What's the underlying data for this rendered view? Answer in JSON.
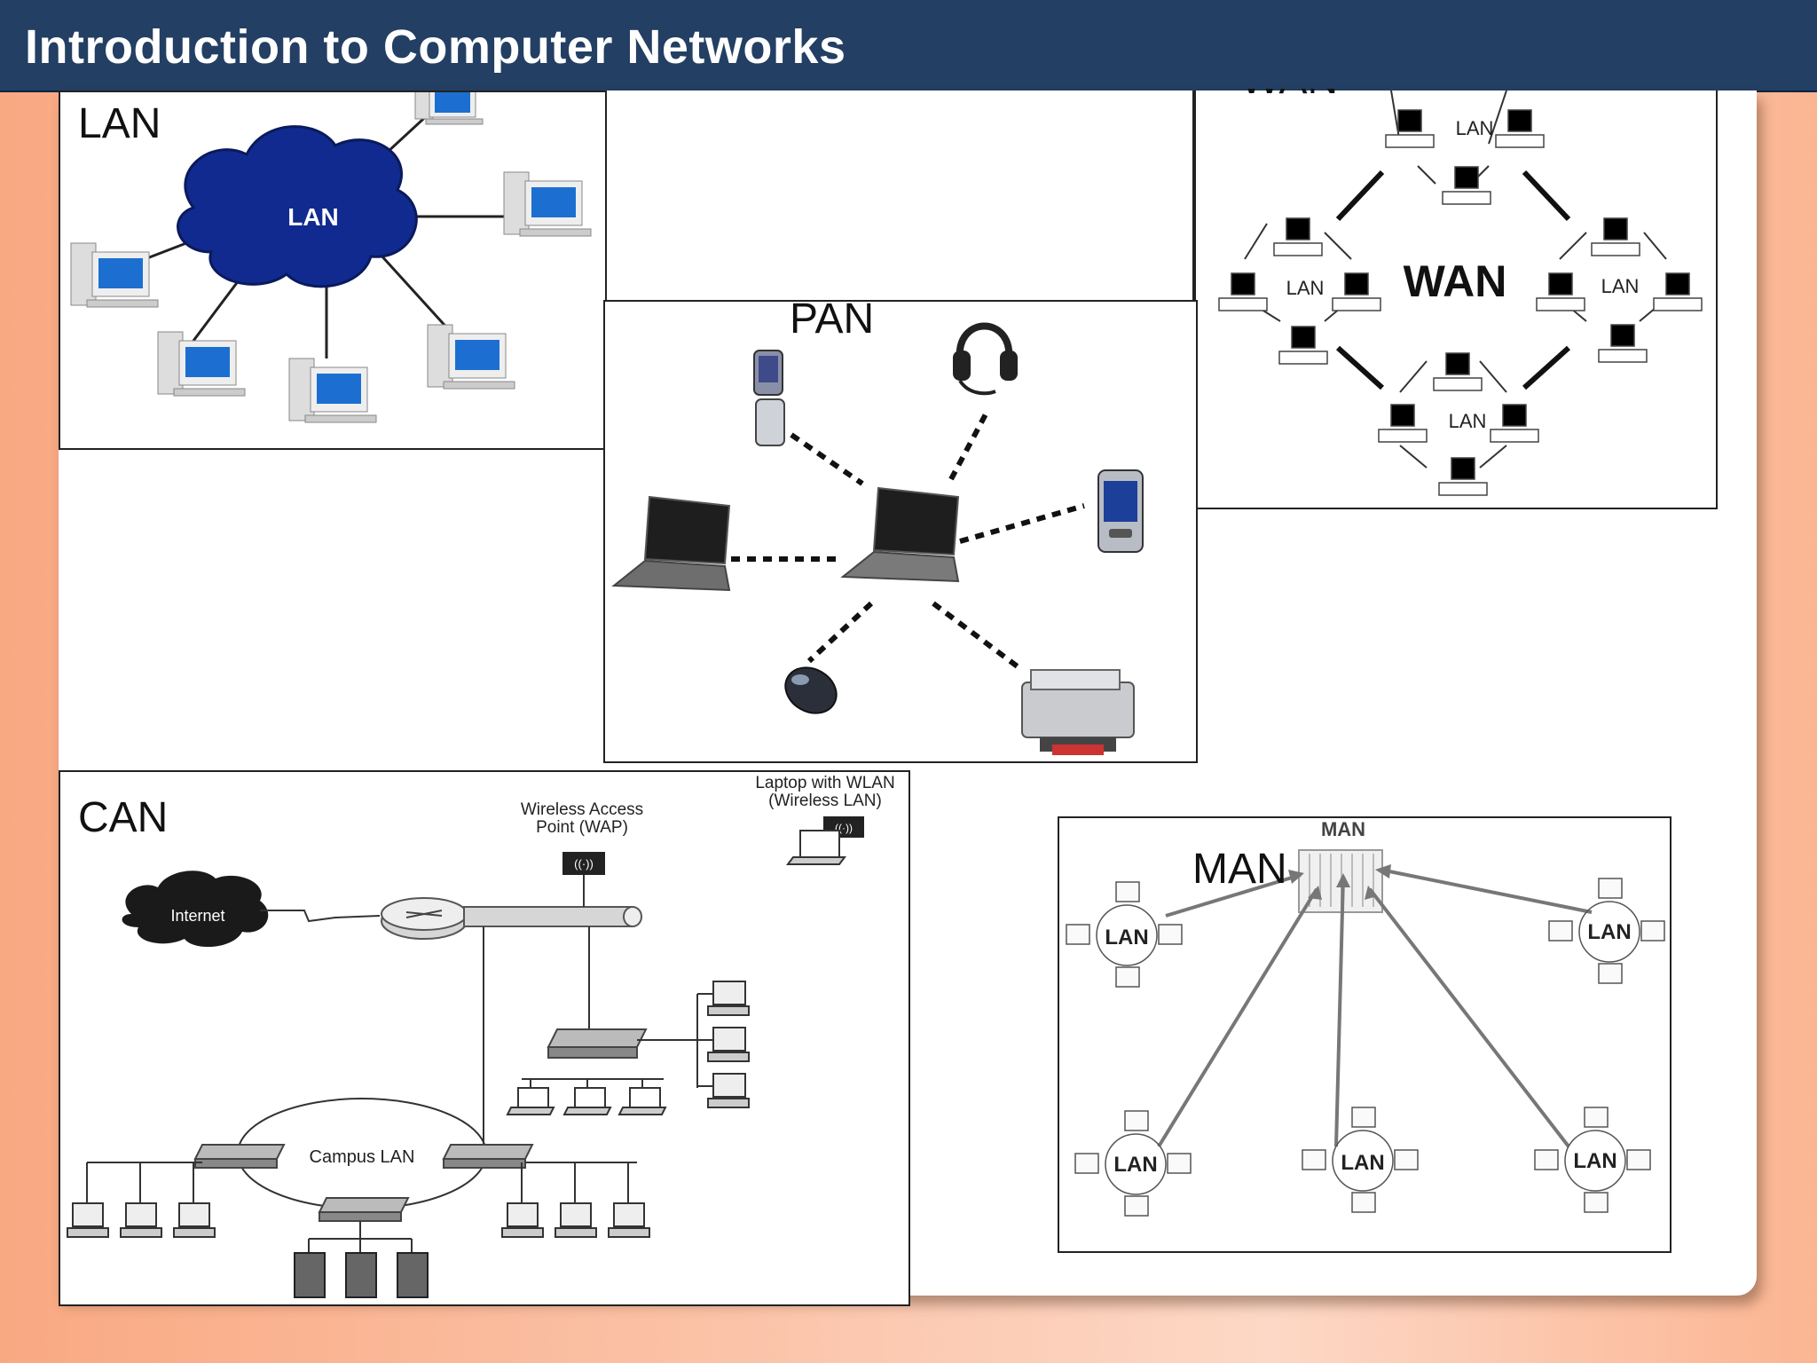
{
  "slide": {
    "title": "Introduction to Computer Networks"
  },
  "panels": {
    "lan": {
      "label": "LAN",
      "cloud_label": "LAN"
    },
    "wan": {
      "label": "WAN",
      "center_label": "WAN",
      "sub_lan_label": "LAN"
    },
    "pan": {
      "label": "PAN"
    },
    "can": {
      "label": "CAN",
      "internet_label": "Internet",
      "wap_label_line1": "Wireless Access",
      "wap_label_line2": "Point (WAP)",
      "laptop_label_line1": "Laptop with WLAN",
      "laptop_label_line2": "(Wireless LAN)",
      "campus_label": "Campus LAN",
      "wireless_glyph": "((·))"
    },
    "man": {
      "label": "MAN",
      "hub_label": "MAN",
      "lan_label": "LAN"
    }
  },
  "colors": {
    "title_bar": "#233f63",
    "lan_cloud": "#102a8f",
    "monitor_screen": "#1c6fd1"
  }
}
